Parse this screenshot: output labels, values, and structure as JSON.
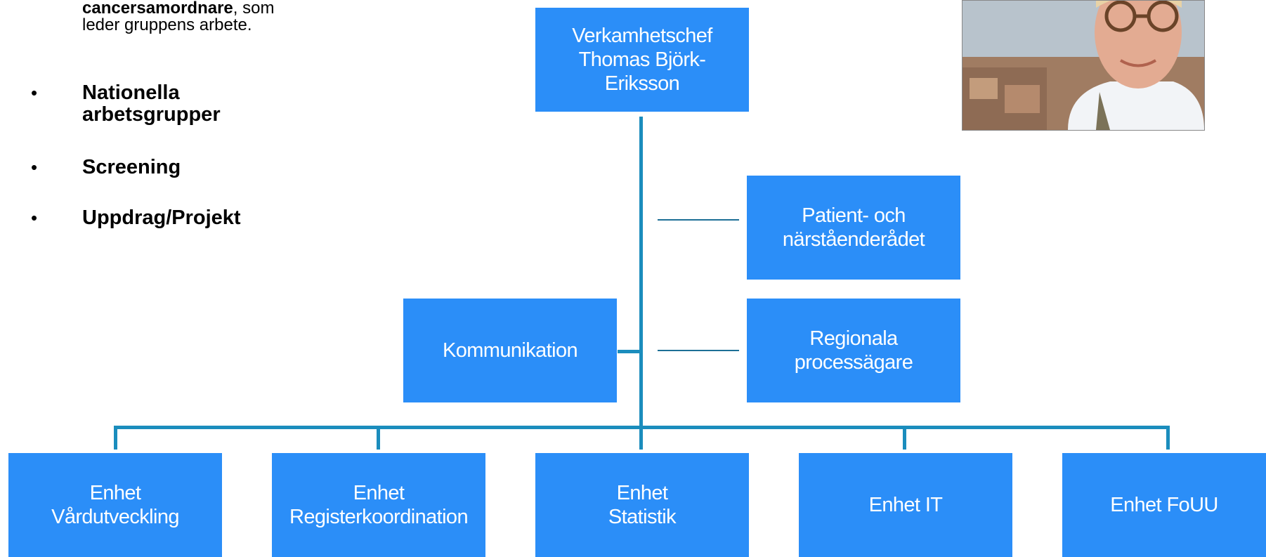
{
  "intro": {
    "line1_bold": "cancersamordnare",
    "line1_rest": ", som",
    "line2": "leder gruppens arbete."
  },
  "bullets": [
    {
      "symbol": "•",
      "text": "Nationella arbetsgrupper"
    },
    {
      "symbol": "•",
      "text": "Screening"
    },
    {
      "symbol": "•",
      "text": "Uppdrag/Projekt"
    }
  ],
  "org": {
    "head": {
      "line1": "Verkamhetschef",
      "line2": "Thomas Björk-",
      "line3": "Eriksson"
    },
    "patient": {
      "line1": "Patient- och",
      "line2": "närståenderådet"
    },
    "regional": {
      "line1": "Regionala",
      "line2": "processägare"
    },
    "kommunikation": {
      "line1": "Kommunikation"
    },
    "units": [
      {
        "line1": "Enhet",
        "line2": "Vårdutveckling"
      },
      {
        "line1": "Enhet",
        "line2": "Registerkoordination"
      },
      {
        "line1": "Enhet",
        "line2": "Statistik"
      },
      {
        "line1": "Enhet IT",
        "line2": ""
      },
      {
        "line1": "Enhet FoUU",
        "line2": ""
      }
    ]
  },
  "colors": {
    "box": "#2b8ef8",
    "connector": "#1b8dbd",
    "side_connector": "#1d6f96"
  }
}
